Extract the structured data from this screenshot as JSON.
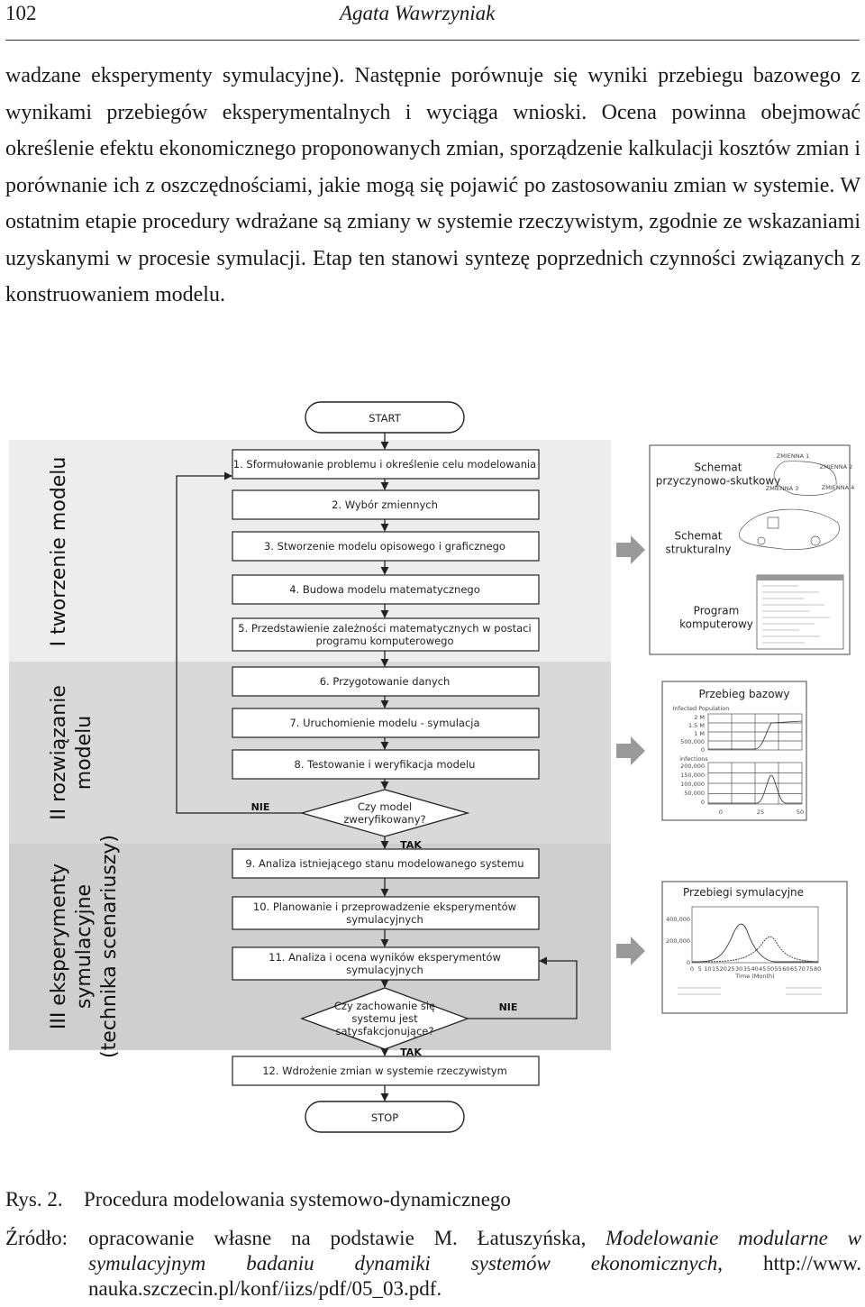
{
  "header": {
    "page_number": "102",
    "running_head": "Agata Wawrzyniak"
  },
  "body_text": "wadzane eksperymenty symulacyjne). Następnie porównuje się wyniki przebiegu bazowego z wynikami przebiegów eksperymentalnych i wyciąga wnioski. Ocena powinna obejmować określenie efektu ekonomicznego proponowanych zmian, sporządzenie kalkulacji kosztów zmian i porównanie ich z oszczędnościami, jakie mogą się pojawić po zastosowaniu zmian w systemie. W ostatnim etapie procedury wdrażane są zmiany w systemie rzeczywistym, zgodnie ze wskazaniami uzyskanymi w procesie symulacji. Etap ten stanowi syntezę poprzednich czynności związanych z konstruowaniem modelu.",
  "diagram": {
    "start": "START",
    "stop": "STOP",
    "phases": [
      {
        "lines": [
          "I tworzenie modelu"
        ]
      },
      {
        "lines": [
          "II rozwiązanie",
          "modelu"
        ]
      },
      {
        "lines": [
          "III eksperymenty",
          "symulacyjne",
          "(technika scenariuszy)"
        ]
      }
    ],
    "steps": [
      [
        "1. Sformułowanie problemu i określenie celu modelowania"
      ],
      [
        "2. Wybór zmiennych"
      ],
      [
        "3. Stworzenie modelu opisowego i graficznego"
      ],
      [
        "4. Budowa modelu matematycznego"
      ],
      [
        "5. Przedstawienie zależności matematycznych w postaci",
        "programu komputerowego"
      ],
      [
        "6. Przygotowanie danych"
      ],
      [
        "7. Uruchomienie modelu - symulacja"
      ],
      [
        "8. Testowanie i weryfikacja modelu"
      ],
      [
        "9. Analiza istniejącego stanu modelowanego systemu"
      ],
      [
        "10. Planowanie i przeprowadzenie eksperymentów",
        "symulacyjnych"
      ],
      [
        "11. Analiza i ocena wyników eksperymentów",
        "symulacyjnych"
      ],
      [
        "12. Wdrożenie zmian w systemie rzeczywistym"
      ]
    ],
    "decisions": [
      {
        "lines": [
          "Czy model",
          "zweryfikowany?"
        ],
        "no": "NIE",
        "yes": "TAK"
      },
      {
        "lines": [
          "Czy zachowanie się",
          "systemu jest",
          "satysfakcjonujące?"
        ],
        "no": "NIE",
        "yes": "TAK"
      }
    ],
    "thumbnails": {
      "top": {
        "schemat_przyczynowo": [
          "Schemat",
          "przyczynowo-skutkowy"
        ],
        "schemat_strukturalny": [
          "Schemat",
          "strukturalny"
        ],
        "program": [
          "Program",
          "komputerowy"
        ],
        "node_labels": [
          "ZMIENNA 1",
          "ZMIENNA 2",
          "ZMIENNA 3",
          "ZMIENNA 4"
        ]
      },
      "middle": {
        "title": "Przebieg bazowy",
        "panel1_title": "Infected Population",
        "panel1_ticks": [
          "2 M",
          "1.5 M",
          "1 M",
          "500,000",
          "0"
        ],
        "panel2_title": "infections",
        "panel2_ticks": [
          "200,000",
          "150,000",
          "100,000",
          "50,000",
          "0"
        ],
        "x_ticks": [
          "0",
          "25",
          "50"
        ]
      },
      "bottom": {
        "title": "Przebiegi symulacyjne",
        "y_ticks": [
          "400,000",
          "200,000",
          "0"
        ],
        "x_ticks": [
          "0",
          "5",
          "10",
          "15",
          "20",
          "25",
          "30",
          "35",
          "40",
          "45",
          "50",
          "55",
          "60",
          "65",
          "70",
          "75",
          "80"
        ],
        "x_label": "Time (Month)"
      }
    }
  },
  "caption": {
    "number": "Rys. 2.",
    "text": "Procedura modelowania systemowo-dynamicznego"
  },
  "source": {
    "label": "Źródło:",
    "text_before": "opracowanie własne na podstawie M. Łatuszyńska, ",
    "title_italic": "Modelowanie modularne w symulacyjnym badaniu dynamiki systemów ekonomicznych",
    "text_after": ", http://www. nauka.szczecin.pl/konf/iizs/pdf/05_03.pdf."
  }
}
